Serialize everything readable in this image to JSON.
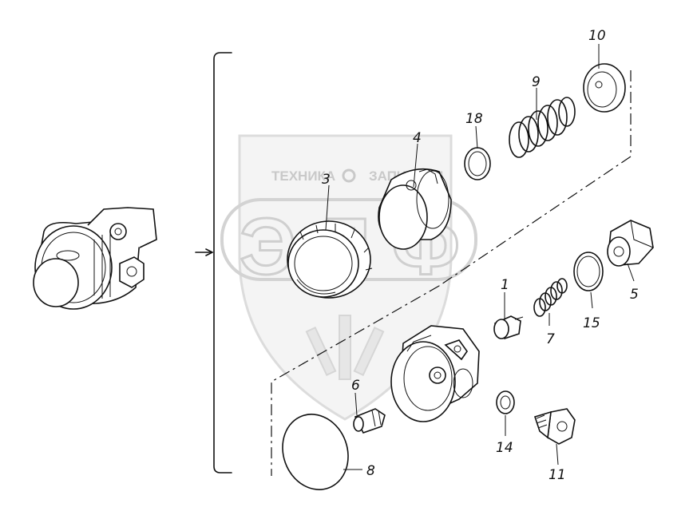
{
  "watermark": {
    "line1_left": "ТЕХНИКА",
    "line1_right": "ЗАПЧАСТИ",
    "big": "ЭЛФ",
    "color": "#cfcfcf"
  },
  "parts": [
    {
      "key": "p1",
      "text": "1"
    },
    {
      "key": "p3",
      "text": "3"
    },
    {
      "key": "p4",
      "text": "4"
    },
    {
      "key": "p5",
      "text": "5"
    },
    {
      "key": "p6",
      "text": "6"
    },
    {
      "key": "p7",
      "text": "7"
    },
    {
      "key": "p8",
      "text": "8"
    },
    {
      "key": "p9",
      "text": "9"
    },
    {
      "key": "p10",
      "text": "10"
    },
    {
      "key": "p11",
      "text": "11"
    },
    {
      "key": "p14",
      "text": "14"
    },
    {
      "key": "p15",
      "text": "15"
    },
    {
      "key": "p18",
      "text": "18"
    }
  ],
  "labels": {
    "p1": "1",
    "p3": "3",
    "p4": "4",
    "p5": "5",
    "p6": "6",
    "p7": "7",
    "p8": "8",
    "p9": "9",
    "p10": "10",
    "p11": "11",
    "p14": "14",
    "p15": "15",
    "p18": "18"
  }
}
